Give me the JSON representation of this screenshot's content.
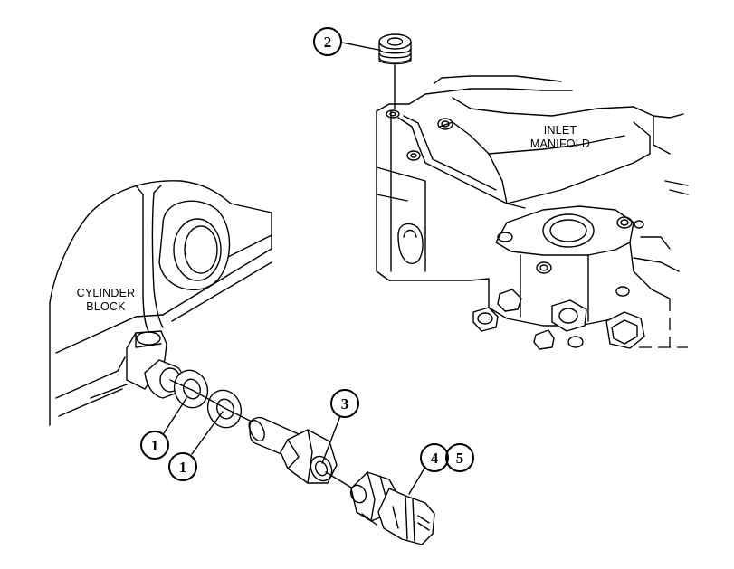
{
  "labels": {
    "inlet_manifold": [
      "INLET",
      "MANIFOLD"
    ],
    "cylinder_block": [
      "CYLINDER",
      "BLOCK"
    ]
  },
  "callouts": [
    {
      "id": "c2",
      "text": "2"
    },
    {
      "id": "c3",
      "text": "3"
    },
    {
      "id": "c4",
      "text": "4"
    },
    {
      "id": "c5",
      "text": "5"
    },
    {
      "id": "c1a",
      "text": "1"
    },
    {
      "id": "c1b",
      "text": "1"
    }
  ],
  "colors": {
    "ink": "#000000",
    "paper": "#ffffff"
  }
}
